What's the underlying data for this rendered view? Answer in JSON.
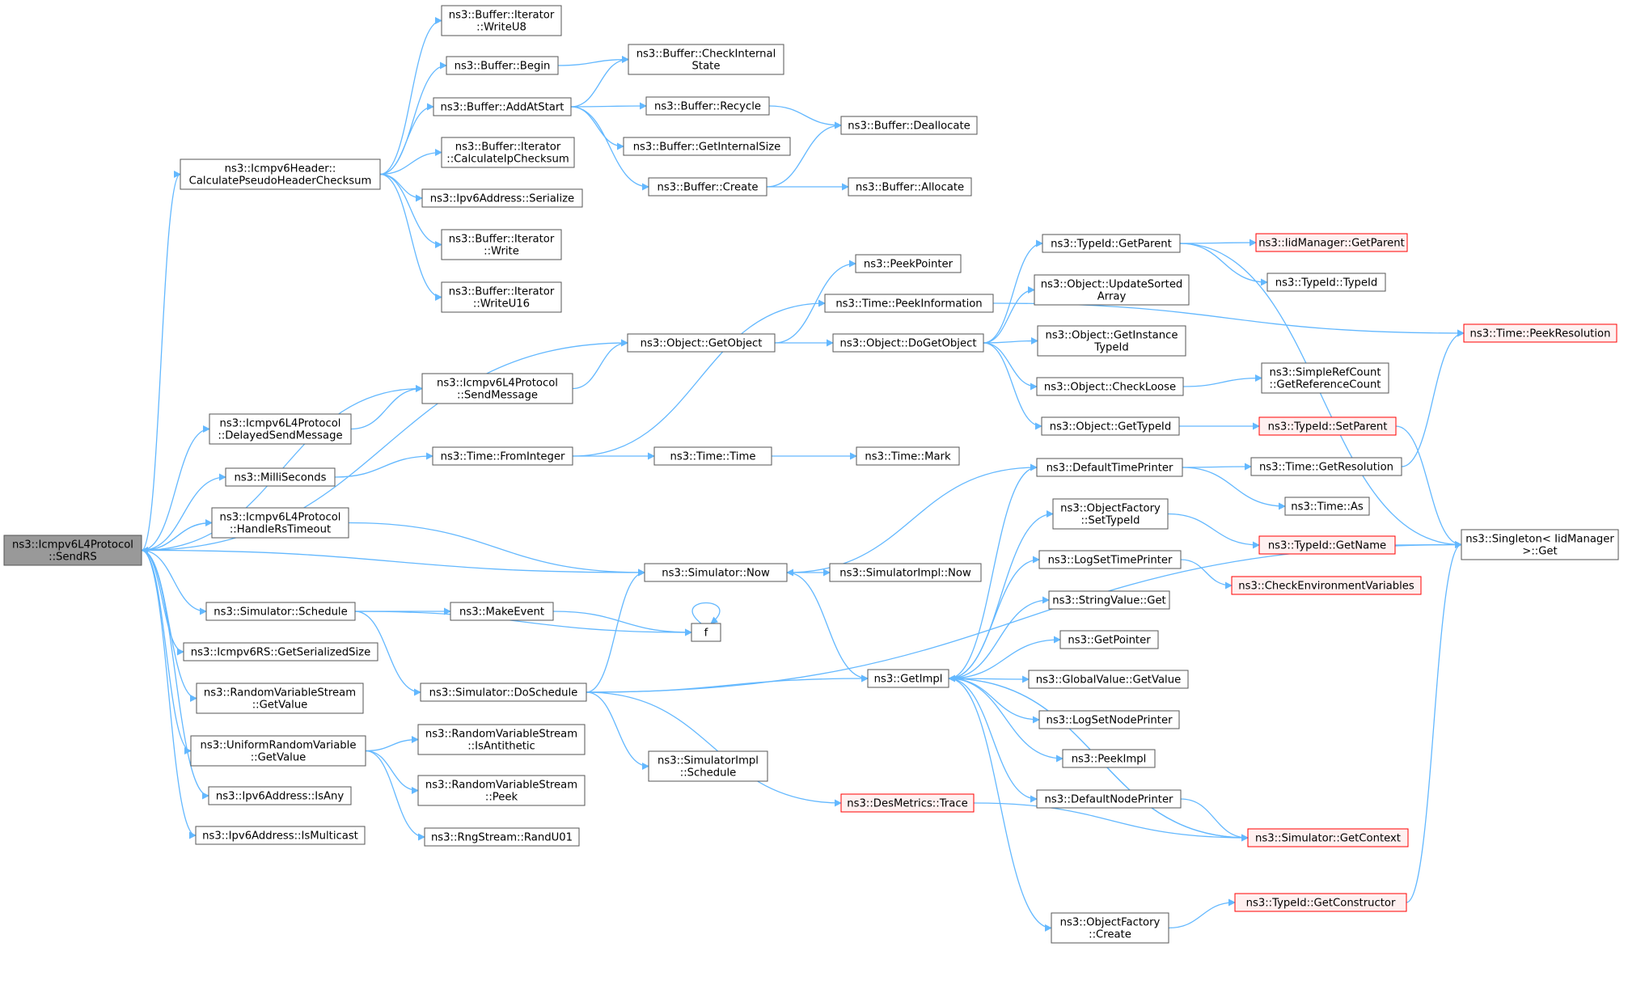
{
  "graph": {
    "nodes": [
      {
        "id": "root",
        "lines": [
          "ns3::Icmpv6L4Protocol",
          "::SendRS"
        ],
        "style": "root",
        "interactable": true
      },
      {
        "id": "writeu8",
        "lines": [
          "ns3::Buffer::Iterator",
          "::WriteU8"
        ]
      },
      {
        "id": "checkinternal",
        "lines": [
          "ns3::Buffer::CheckInternal",
          "State"
        ]
      },
      {
        "id": "begin",
        "lines": [
          "ns3::Buffer::Begin"
        ]
      },
      {
        "id": "addatstart",
        "lines": [
          "ns3::Buffer::AddAtStart"
        ]
      },
      {
        "id": "recycle",
        "lines": [
          "ns3::Buffer::Recycle"
        ]
      },
      {
        "id": "deallocate",
        "lines": [
          "ns3::Buffer::Deallocate"
        ]
      },
      {
        "id": "getinternalsize",
        "lines": [
          "ns3::Buffer::GetInternalSize"
        ]
      },
      {
        "id": "calcipchecksum",
        "lines": [
          "ns3::Buffer::Iterator",
          "::CalculateIpChecksum"
        ]
      },
      {
        "id": "calcpseudo",
        "lines": [
          "ns3::Icmpv6Header::",
          "CalculatePseudoHeaderChecksum"
        ]
      },
      {
        "id": "create",
        "lines": [
          "ns3::Buffer::Create"
        ]
      },
      {
        "id": "allocate",
        "lines": [
          "ns3::Buffer::Allocate"
        ]
      },
      {
        "id": "ipv6serialize",
        "lines": [
          "ns3::Ipv6Address::Serialize"
        ]
      },
      {
        "id": "iterwrite",
        "lines": [
          "ns3::Buffer::Iterator",
          "::Write"
        ]
      },
      {
        "id": "writeu16",
        "lines": [
          "ns3::Buffer::Iterator",
          "::WriteU16"
        ]
      },
      {
        "id": "peekpointer",
        "lines": [
          "ns3::PeekPointer"
        ]
      },
      {
        "id": "peekinformation",
        "lines": [
          "ns3::Time::PeekInformation"
        ]
      },
      {
        "id": "getobject",
        "lines": [
          "ns3::Object::GetObject"
        ]
      },
      {
        "id": "dogetobject",
        "lines": [
          "ns3::Object::DoGetObject"
        ]
      },
      {
        "id": "typeidgetparent",
        "lines": [
          "ns3::TypeId::GetParent"
        ]
      },
      {
        "id": "iidgetparent",
        "lines": [
          "ns3::IidManager::GetParent"
        ],
        "style": "trunc"
      },
      {
        "id": "typeidtypeid",
        "lines": [
          "ns3::TypeId::TypeId"
        ]
      },
      {
        "id": "updatesorted",
        "lines": [
          "ns3::Object::UpdateSorted",
          "Array"
        ]
      },
      {
        "id": "getinstancetypeid",
        "lines": [
          "ns3::Object::GetInstance",
          "TypeId"
        ]
      },
      {
        "id": "peekresolution",
        "lines": [
          "ns3::Time::PeekResolution"
        ],
        "style": "trunc"
      },
      {
        "id": "sendmessage",
        "lines": [
          "ns3::Icmpv6L4Protocol",
          "::SendMessage"
        ]
      },
      {
        "id": "delayedsend",
        "lines": [
          "ns3::Icmpv6L4Protocol",
          "::DelayedSendMessage"
        ]
      },
      {
        "id": "checkloose",
        "lines": [
          "ns3::Object::CheckLoose"
        ]
      },
      {
        "id": "getrefcount",
        "lines": [
          "ns3::SimpleRefCount",
          "::GetReferenceCount"
        ]
      },
      {
        "id": "objgettypeid",
        "lines": [
          "ns3::Object::GetTypeId"
        ]
      },
      {
        "id": "setparent",
        "lines": [
          "ns3::TypeId::SetParent"
        ],
        "style": "trunc"
      },
      {
        "id": "milliseconds",
        "lines": [
          "ns3::MilliSeconds"
        ]
      },
      {
        "id": "frominteger",
        "lines": [
          "ns3::Time::FromInteger"
        ]
      },
      {
        "id": "timetime",
        "lines": [
          "ns3::Time::Time"
        ]
      },
      {
        "id": "timemark",
        "lines": [
          "ns3::Time::Mark"
        ]
      },
      {
        "id": "defaulttimeprinter",
        "lines": [
          "ns3::DefaultTimePrinter"
        ]
      },
      {
        "id": "getresolution",
        "lines": [
          "ns3::Time::GetResolution"
        ]
      },
      {
        "id": "timeas",
        "lines": [
          "ns3::Time::As"
        ]
      },
      {
        "id": "singletonget",
        "lines": [
          "ns3::Singleton< IidManager",
          ">::Get"
        ]
      },
      {
        "id": "handlerstimeout",
        "lines": [
          "ns3::Icmpv6L4Protocol",
          "::HandleRsTimeout"
        ]
      },
      {
        "id": "settypeid",
        "lines": [
          "ns3::ObjectFactory",
          "::SetTypeId"
        ]
      },
      {
        "id": "typeidgetname",
        "lines": [
          "ns3::TypeId::GetName"
        ],
        "style": "trunc"
      },
      {
        "id": "simnow",
        "lines": [
          "ns3::Simulator::Now"
        ]
      },
      {
        "id": "simimplnow",
        "lines": [
          "ns3::SimulatorImpl::Now"
        ]
      },
      {
        "id": "logsettimeprinter",
        "lines": [
          "ns3::LogSetTimePrinter"
        ]
      },
      {
        "id": "checkenv",
        "lines": [
          "ns3::CheckEnvironmentVariables"
        ],
        "style": "trunc"
      },
      {
        "id": "schedule",
        "lines": [
          "ns3::Simulator::Schedule"
        ]
      },
      {
        "id": "makeevent",
        "lines": [
          "ns3::MakeEvent"
        ]
      },
      {
        "id": "stringvalueget",
        "lines": [
          "ns3::StringValue::Get"
        ]
      },
      {
        "id": "f",
        "lines": [
          "f"
        ]
      },
      {
        "id": "getpointer",
        "lines": [
          "ns3::GetPointer"
        ]
      },
      {
        "id": "rsgetsize",
        "lines": [
          "ns3::Icmpv6RS::GetSerializedSize"
        ]
      },
      {
        "id": "getimpl",
        "lines": [
          "ns3::GetImpl"
        ]
      },
      {
        "id": "globalvalueget",
        "lines": [
          "ns3::GlobalValue::GetValue"
        ]
      },
      {
        "id": "doschedule",
        "lines": [
          "ns3::Simulator::DoSchedule"
        ]
      },
      {
        "id": "rvsgetvalue",
        "lines": [
          "ns3::RandomVariableStream",
          "::GetValue"
        ]
      },
      {
        "id": "logsetnodeprinter",
        "lines": [
          "ns3::LogSetNodePrinter"
        ]
      },
      {
        "id": "urvgetvalue",
        "lines": [
          "ns3::UniformRandomVariable",
          "::GetValue"
        ]
      },
      {
        "id": "isantithetic",
        "lines": [
          "ns3::RandomVariableStream",
          "::IsAntithetic"
        ]
      },
      {
        "id": "peekimpl",
        "lines": [
          "ns3::PeekImpl"
        ]
      },
      {
        "id": "simimplschedule",
        "lines": [
          "ns3::SimulatorImpl",
          "::Schedule"
        ]
      },
      {
        "id": "defaultnodeprinter",
        "lines": [
          "ns3::DefaultNodePrinter"
        ]
      },
      {
        "id": "rvspeek",
        "lines": [
          "ns3::RandomVariableStream",
          "::Peek"
        ]
      },
      {
        "id": "ipv6isany",
        "lines": [
          "ns3::Ipv6Address::IsAny"
        ]
      },
      {
        "id": "destrace",
        "lines": [
          "ns3::DesMetrics::Trace"
        ],
        "style": "trunc"
      },
      {
        "id": "getcontext",
        "lines": [
          "ns3::Simulator::GetContext"
        ],
        "style": "trunc"
      },
      {
        "id": "ipv6ismulticast",
        "lines": [
          "ns3::Ipv6Address::IsMulticast"
        ]
      },
      {
        "id": "randu01",
        "lines": [
          "ns3::RngStream::RandU01"
        ]
      },
      {
        "id": "factorycreate",
        "lines": [
          "ns3::ObjectFactory",
          "::Create"
        ]
      },
      {
        "id": "getconstructor",
        "lines": [
          "ns3::TypeId::GetConstructor"
        ],
        "style": "trunc"
      }
    ],
    "edges": [
      [
        "root",
        "calcpseudo"
      ],
      [
        "root",
        "getobject"
      ],
      [
        "root",
        "sendmessage"
      ],
      [
        "root",
        "delayedsend"
      ],
      [
        "root",
        "milliseconds"
      ],
      [
        "root",
        "handlerstimeout"
      ],
      [
        "root",
        "simnow"
      ],
      [
        "root",
        "schedule"
      ],
      [
        "root",
        "rsgetsize"
      ],
      [
        "root",
        "rvsgetvalue"
      ],
      [
        "root",
        "urvgetvalue"
      ],
      [
        "root",
        "ipv6isany"
      ],
      [
        "root",
        "ipv6ismulticast"
      ],
      [
        "handlerstimeout",
        "root"
      ],
      [
        "calcpseudo",
        "writeu8"
      ],
      [
        "calcpseudo",
        "begin"
      ],
      [
        "calcpseudo",
        "addatstart"
      ],
      [
        "calcpseudo",
        "calcipchecksum"
      ],
      [
        "calcpseudo",
        "ipv6serialize"
      ],
      [
        "calcpseudo",
        "iterwrite"
      ],
      [
        "calcpseudo",
        "writeu16"
      ],
      [
        "begin",
        "checkinternal"
      ],
      [
        "addatstart",
        "checkinternal"
      ],
      [
        "addatstart",
        "recycle"
      ],
      [
        "addatstart",
        "getinternalsize"
      ],
      [
        "addatstart",
        "create"
      ],
      [
        "recycle",
        "deallocate"
      ],
      [
        "create",
        "deallocate"
      ],
      [
        "create",
        "allocate"
      ],
      [
        "getobject",
        "peekpointer"
      ],
      [
        "getobject",
        "dogetobject"
      ],
      [
        "dogetobject",
        "typeidgetparent"
      ],
      [
        "dogetobject",
        "updatesorted"
      ],
      [
        "dogetobject",
        "getinstancetypeid"
      ],
      [
        "dogetobject",
        "checkloose"
      ],
      [
        "dogetobject",
        "objgettypeid"
      ],
      [
        "typeidgetparent",
        "iidgetparent"
      ],
      [
        "typeidgetparent",
        "typeidtypeid"
      ],
      [
        "typeidgetparent",
        "singletonget"
      ],
      [
        "checkloose",
        "getrefcount"
      ],
      [
        "objgettypeid",
        "setparent"
      ],
      [
        "setparent",
        "singletonget"
      ],
      [
        "peekinformation",
        "peekresolution"
      ],
      [
        "sendmessage",
        "getobject"
      ],
      [
        "delayedsend",
        "sendmessage"
      ],
      [
        "milliseconds",
        "frominteger"
      ],
      [
        "frominteger",
        "peekinformation"
      ],
      [
        "frominteger",
        "timetime"
      ],
      [
        "timetime",
        "timemark"
      ],
      [
        "handlerstimeout",
        "simnow"
      ],
      [
        "simnow",
        "simimplnow"
      ],
      [
        "simnow",
        "getimpl"
      ],
      [
        "defaulttimeprinter",
        "simnow"
      ],
      [
        "defaulttimeprinter",
        "getresolution"
      ],
      [
        "defaulttimeprinter",
        "timeas"
      ],
      [
        "getresolution",
        "peekresolution"
      ],
      [
        "settypeid",
        "typeidgetname"
      ],
      [
        "typeidgetname",
        "singletonget"
      ],
      [
        "logsettimeprinter",
        "checkenv"
      ],
      [
        "schedule",
        "makeevent"
      ],
      [
        "schedule",
        "f"
      ],
      [
        "schedule",
        "doschedule"
      ],
      [
        "makeevent",
        "f"
      ],
      [
        "f",
        "f"
      ],
      [
        "doschedule",
        "simnow"
      ],
      [
        "doschedule",
        "getimpl"
      ],
      [
        "doschedule",
        "simimplschedule"
      ],
      [
        "doschedule",
        "destrace"
      ],
      [
        "doschedule",
        "singletonget"
      ],
      [
        "getimpl",
        "defaulttimeprinter"
      ],
      [
        "getimpl",
        "settypeid"
      ],
      [
        "getimpl",
        "logsettimeprinter"
      ],
      [
        "getimpl",
        "stringvalueget"
      ],
      [
        "getimpl",
        "getpointer"
      ],
      [
        "getimpl",
        "globalvalueget"
      ],
      [
        "getimpl",
        "logsetnodeprinter"
      ],
      [
        "getimpl",
        "peekimpl"
      ],
      [
        "getimpl",
        "defaultnodeprinter"
      ],
      [
        "getimpl",
        "getcontext"
      ],
      [
        "getimpl",
        "factorycreate"
      ],
      [
        "defaultnodeprinter",
        "getcontext"
      ],
      [
        "getcontext",
        "getimpl"
      ],
      [
        "destrace",
        "getcontext"
      ],
      [
        "factorycreate",
        "getconstructor"
      ],
      [
        "getconstructor",
        "singletonget"
      ],
      [
        "urvgetvalue",
        "isantithetic"
      ],
      [
        "urvgetvalue",
        "rvspeek"
      ],
      [
        "urvgetvalue",
        "randu01"
      ]
    ]
  }
}
